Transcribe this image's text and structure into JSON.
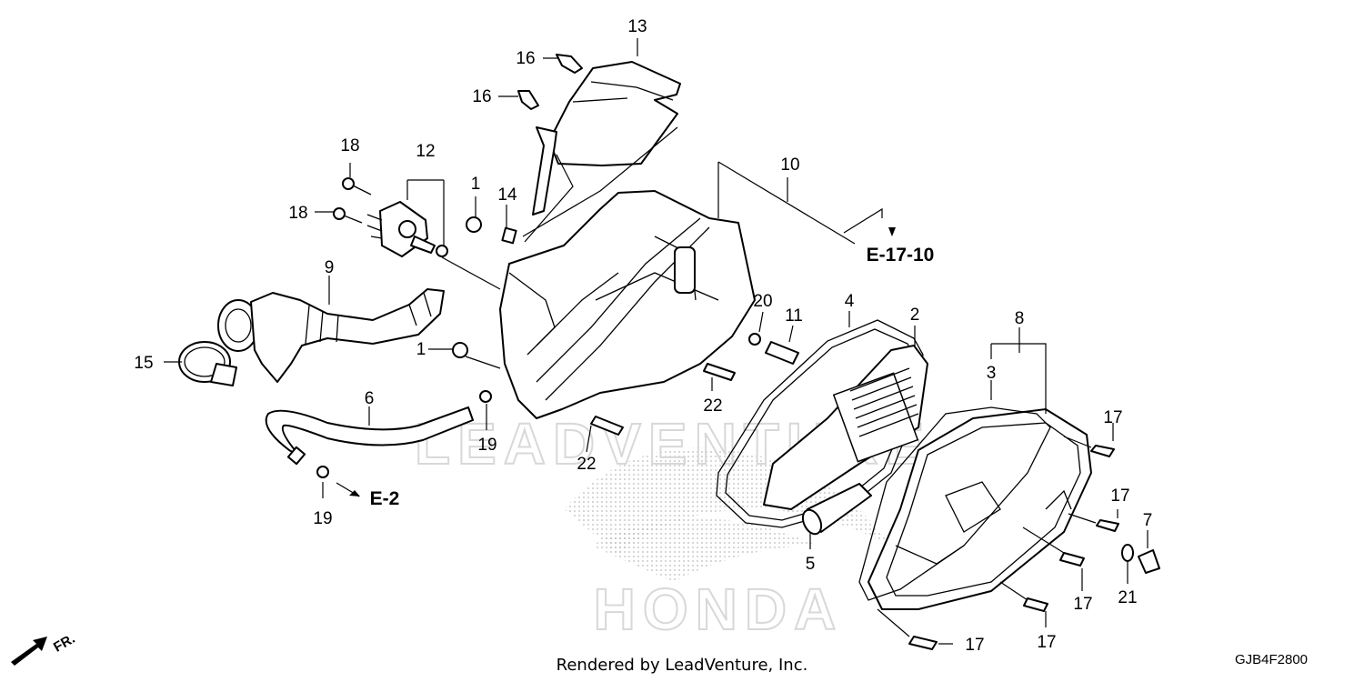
{
  "labels": [
    "13",
    "16",
    "16",
    "10",
    "18",
    "12",
    "1",
    "14",
    "18",
    "9",
    "20",
    "11",
    "2",
    "8",
    "4",
    "1",
    "15",
    "3",
    "6",
    "22",
    "19",
    "22",
    "17",
    "17",
    "7",
    "5",
    "19",
    "21",
    "17",
    "17",
    "17"
  ],
  "refs": {
    "e17": "E-17-10",
    "e2": "E-2"
  },
  "footer": {
    "credit": "Rendered by LeadVenture, Inc.",
    "code": "GJB4F2800",
    "direction": "FR."
  },
  "watermark": {
    "brand": "LEADVENTURE",
    "maker": "HONDA"
  }
}
